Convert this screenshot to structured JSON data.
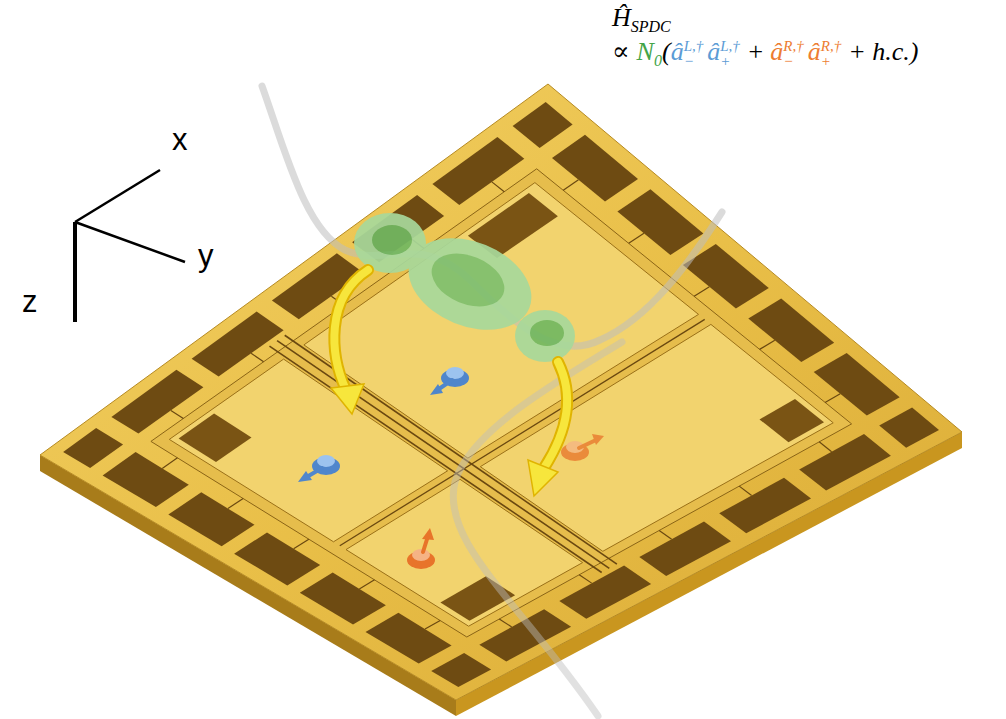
{
  "diagram": {
    "labels": [
      "x",
      "y",
      "z",
      "Ĥ",
      "SPDC",
      "∝",
      "N",
      "0",
      "(",
      "â",
      "L,†",
      "−",
      "â",
      "L,†",
      "+",
      "+",
      "â",
      "R,†",
      "−",
      "â",
      "R,†",
      "+",
      "+ h.c.)"
    ]
  }
}
